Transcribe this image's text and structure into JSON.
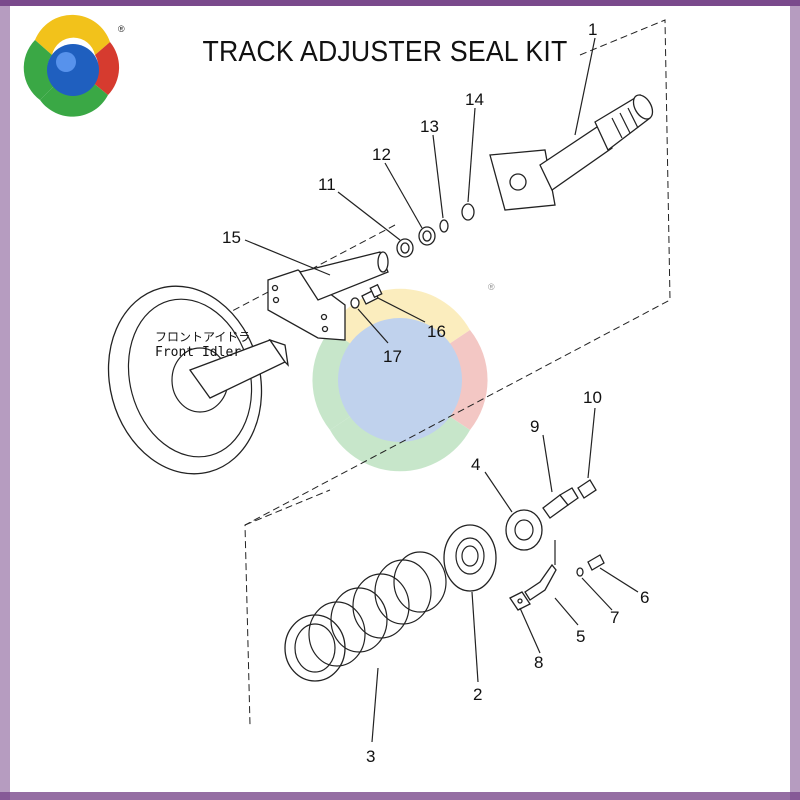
{
  "title": "TRACK ADJUSTER SEAL KIT",
  "registered_mark": "®",
  "watermark_mark": "®",
  "colors": {
    "border_purple": "#7a4a8c",
    "logo_blue": "#1f5fbf",
    "logo_green": "#3aa845",
    "logo_yellow": "#f2c21b",
    "logo_red": "#d63b2f"
  },
  "labels": {
    "front_idler_jp": "フロントアイドラ",
    "front_idler_en": "Front Idler"
  },
  "callouts": [
    "1",
    "2",
    "3",
    "4",
    "5",
    "6",
    "7",
    "8",
    "9",
    "10",
    "11",
    "12",
    "13",
    "14",
    "15",
    "16",
    "17"
  ]
}
